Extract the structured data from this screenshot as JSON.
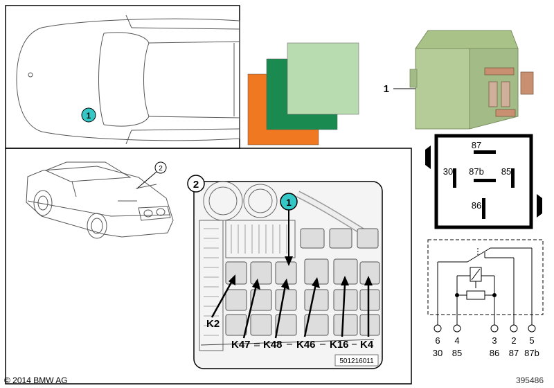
{
  "callouts": {
    "top_view": "1",
    "car_3d": "2",
    "fusebox_panel": "2",
    "fusebox_relay": "1",
    "relay_photo": "1"
  },
  "fusebox": {
    "slots": [
      "K2",
      "K47",
      "K48",
      "K46",
      "K16",
      "K4"
    ],
    "part_number": "501216011"
  },
  "relay_pins": {
    "p87": "87",
    "p30": "30",
    "p87b": "87b",
    "p85": "85",
    "p86": "86"
  },
  "schematic_terminals": [
    {
      "num": "6",
      "name": "30"
    },
    {
      "num": "4",
      "name": "85"
    },
    {
      "num": "3",
      "name": "86"
    },
    {
      "num": "2",
      "name": "87"
    },
    {
      "num": "5",
      "name": "87b"
    }
  ],
  "color_swatches": [
    "#f07820",
    "#1a8a50",
    "#b8dbb0"
  ],
  "relay_housing_color": "#b5cc98",
  "callout_color": "#35c6c6",
  "footer": {
    "copyright": "© 2014 BMW AG",
    "diagram_id": "395486"
  }
}
